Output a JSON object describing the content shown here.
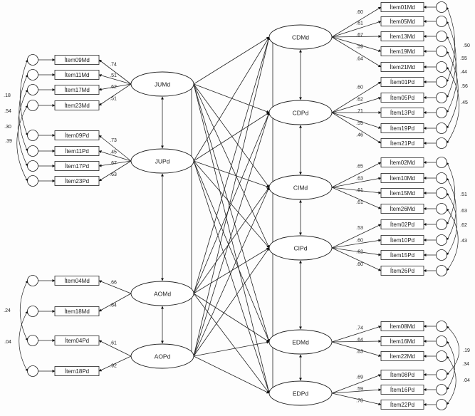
{
  "latents_left": [
    {
      "id": "JUMd",
      "label": "JUMd"
    },
    {
      "id": "JUPd",
      "label": "JUPd"
    },
    {
      "id": "AOMd",
      "label": "AOMd"
    },
    {
      "id": "AOPd",
      "label": "AOPd"
    }
  ],
  "latents_right": [
    {
      "id": "CDMd",
      "label": "CDMd"
    },
    {
      "id": "CDPd",
      "label": "CDPd"
    },
    {
      "id": "CIMd",
      "label": "CIMd"
    },
    {
      "id": "CIPd",
      "label": "CIPd"
    },
    {
      "id": "EDMd",
      "label": "EDMd"
    },
    {
      "id": "EDPd",
      "label": "EDPd"
    }
  ],
  "items_left": [
    {
      "label": "Ítem09Md",
      "latent": "JUMd",
      "loading": ".74"
    },
    {
      "label": "Ítem11Md",
      "latent": "JUMd",
      "loading": ".51"
    },
    {
      "label": "Ítem17Md",
      "latent": "JUMd",
      "loading": ".62"
    },
    {
      "label": "Ítem23Md",
      "latent": "JUMd",
      "loading": ".51"
    },
    {
      "label": "Ítem09Pd",
      "latent": "JUPd",
      "loading": ".73"
    },
    {
      "label": "Ítem11Pd",
      "latent": "JUPd",
      "loading": ".45"
    },
    {
      "label": "Ítem17Pd",
      "latent": "JUPd",
      "loading": ".67"
    },
    {
      "label": "Ítem23Pd",
      "latent": "JUPd",
      "loading": ".63"
    },
    {
      "label": "Ítem04Md",
      "latent": "AOMd",
      "loading": ".66"
    },
    {
      "label": "Ítem18Md",
      "latent": "AOMd",
      "loading": ".84"
    },
    {
      "label": "Ítem04Pd",
      "latent": "AOPd",
      "loading": ".61"
    },
    {
      "label": "Ítem18Pd",
      "latent": "AOPd",
      "loading": ".92"
    }
  ],
  "items_right": [
    {
      "label": "Ítem01Md",
      "latent": "CDMd",
      "loading": ".60"
    },
    {
      "label": "Ítem05Md",
      "latent": "CDMd",
      "loading": ".61"
    },
    {
      "label": "Ítem13Md",
      "latent": "CDMd",
      "loading": ".67"
    },
    {
      "label": "Ítem19Md",
      "latent": "CDMd",
      "loading": ".59"
    },
    {
      "label": "Ítem21Md",
      "latent": "CDMd",
      "loading": ".64"
    },
    {
      "label": "Ítem01Pd",
      "latent": "CDPd",
      "loading": ".60"
    },
    {
      "label": "Ítem05Pd",
      "latent": "CDPd",
      "loading": ".62"
    },
    {
      "label": "Ítem13Pd",
      "latent": "CDPd",
      "loading": ".71"
    },
    {
      "label": "Ítem19Pd",
      "latent": "CDPd",
      "loading": ".55"
    },
    {
      "label": "Ítem21Pd",
      "latent": "CDPd",
      "loading": ".46"
    },
    {
      "label": "Ítem02Md",
      "latent": "CIMd",
      "loading": ".65"
    },
    {
      "label": "Ítem10Md",
      "latent": "CIMd",
      "loading": ".63"
    },
    {
      "label": "Ítem15Md",
      "latent": "CIMd",
      "loading": ".61"
    },
    {
      "label": "Ítem26Md",
      "latent": "CIMd",
      "loading": ".61"
    },
    {
      "label": "Ítem02Pd",
      "latent": "CIPd",
      "loading": ".53"
    },
    {
      "label": "Ítem10Pd",
      "latent": "CIPd",
      "loading": ".60"
    },
    {
      "label": "Ítem15Pd",
      "latent": "CIPd",
      "loading": ".62"
    },
    {
      "label": "Ítem26Pd",
      "latent": "CIPd",
      "loading": ".60"
    },
    {
      "label": "Ítem08Md",
      "latent": "EDMd",
      "loading": ".74"
    },
    {
      "label": "Ítem16Md",
      "latent": "EDMd",
      "loading": ".64"
    },
    {
      "label": "Ítem22Md",
      "latent": "EDMd",
      "loading": ".83"
    },
    {
      "label": "Ítem08Pd",
      "latent": "EDPd",
      "loading": ".69"
    },
    {
      "label": "Ítem16Pd",
      "latent": "EDPd",
      "loading": ".59"
    },
    {
      "label": "Ítem22Pd",
      "latent": "EDPd",
      "loading": ".78"
    }
  ],
  "error_cov_left": [
    ".18",
    ".54",
    ".30",
    ".39",
    ".24",
    ".04"
  ],
  "error_cov_right": [
    ".50",
    ".55",
    ".44",
    ".56",
    ".45",
    ".51",
    ".63",
    ".62",
    ".43",
    ".19",
    ".34",
    ".04"
  ]
}
